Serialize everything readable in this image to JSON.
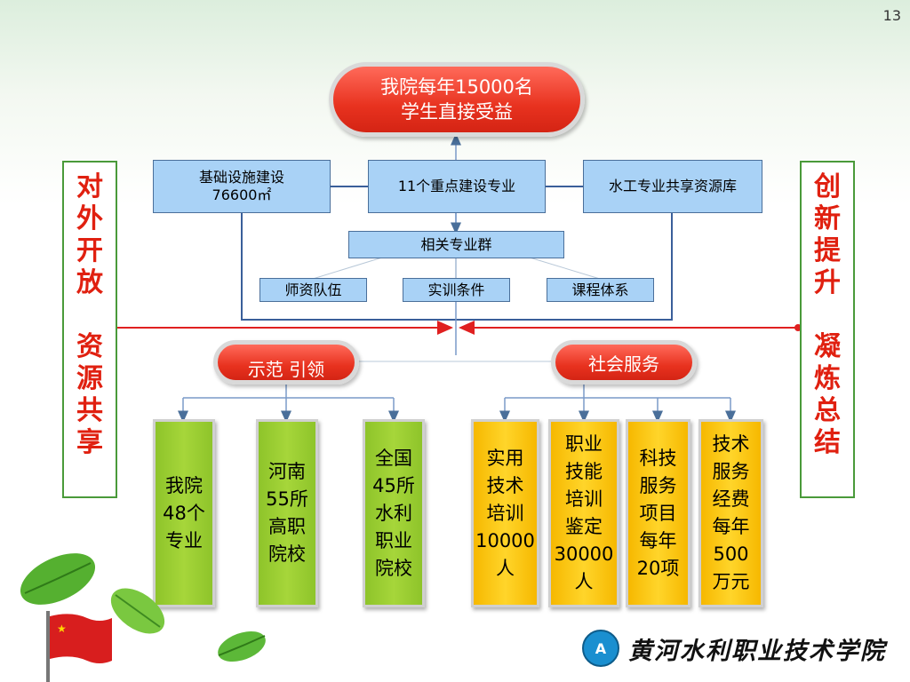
{
  "page_number": "13",
  "top": {
    "line1": "我院每年15000名",
    "line2": "学生直接受益"
  },
  "row1": {
    "left_line1": "基础设施建设",
    "left_line2": "76600㎡",
    "center": "11个重点建设专业",
    "right": "水工专业共享资源库"
  },
  "group": {
    "label": "相关专业群",
    "items": [
      "师资队伍",
      "实训条件",
      "课程体系"
    ]
  },
  "left_side": {
    "text": "对\n外\n开\n放\n\n资\n源\n共\n享"
  },
  "right_side": {
    "text": "创\n新\n提\n升\n\n凝\n炼\n总\n结"
  },
  "left_pill": "示范  引领",
  "right_pill": "社会服务",
  "green_boxes": [
    {
      "text": "我院\n48个\n专业"
    },
    {
      "text": "河南\n55所\n高职\n院校"
    },
    {
      "text": "全国\n45所\n水利\n职业\n院校"
    }
  ],
  "yellow_boxes": [
    {
      "text": "实用\n技术\n培训\n10000\n人"
    },
    {
      "text": "职业\n技能\n培训\n鉴定\n30000\n人"
    },
    {
      "text": "科技\n服务\n项目\n每年\n20项"
    },
    {
      "text": "技术\n服务\n经费\n每年\n500\n万元"
    }
  ],
  "logo": {
    "mark": "A",
    "text": "黄河水利职业技术学院"
  },
  "colors": {
    "red_line": "#e02020",
    "blue_box": "#a9d2f6",
    "green_box": "#a6d63a",
    "yellow_box": "#ffd52a"
  }
}
